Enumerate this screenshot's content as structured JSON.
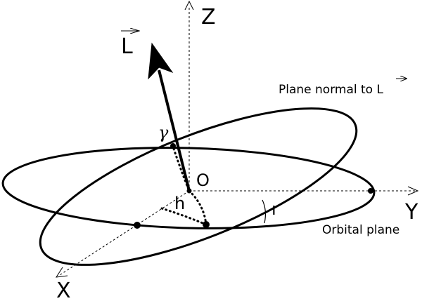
{
  "labels": {
    "z_axis": "Z",
    "y_axis": "Y",
    "x_axis": "X",
    "l_vector": "L",
    "origin": "O",
    "gamma": "γ",
    "h_angle": "h",
    "i_angle": "ı",
    "plane_normal_text": "Plane normal to L",
    "orbital_plane_text": "Orbital plane"
  },
  "colors": {
    "stroke": "#000000",
    "background": "#ffffff"
  }
}
